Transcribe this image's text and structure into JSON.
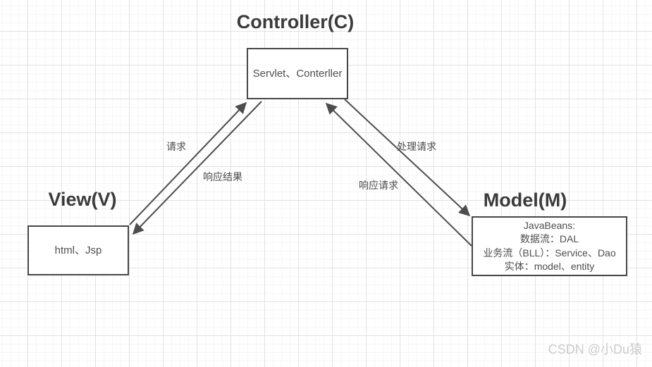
{
  "nodes": {
    "controller": {
      "title": "Controller(C)",
      "label": "Servlet、Conterller"
    },
    "view": {
      "title": "View(V)",
      "label": "html、Jsp"
    },
    "model": {
      "title": "Model(M)",
      "lines": [
        "JavaBeans:",
        "数据流：DAL",
        "业务流（BLL）：Service、Dao",
        "实体：model、entity"
      ]
    }
  },
  "edges": [
    {
      "id": "view-to-controller",
      "label": "请求"
    },
    {
      "id": "controller-to-view",
      "label": "响应结果"
    },
    {
      "id": "controller-to-model",
      "label": "处理请求"
    },
    {
      "id": "model-to-controller",
      "label": "响应请求"
    }
  ],
  "colors": {
    "edge_line": "#4d4d4d",
    "box_border": "#474747",
    "title_text": "#3b3b3b",
    "box_text": "#4d4d4d",
    "grid_major": "#e2e2e2",
    "grid_minor": "#f6f6f6",
    "watermark_text": "#cbcbcb"
  },
  "watermark": "CSDN @小Du猿"
}
